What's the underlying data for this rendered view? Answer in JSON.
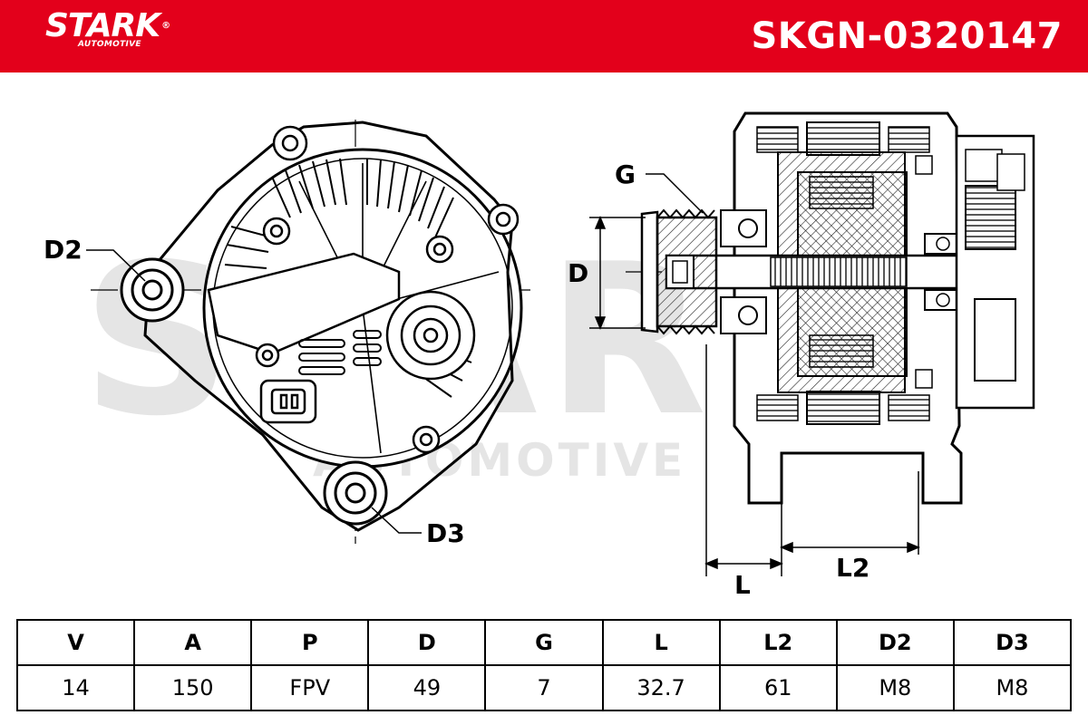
{
  "header": {
    "brand": "STARK",
    "brand_mark": "®",
    "brand_sub": "AUTOMOTIVE",
    "part_number": "SKGN-0320147",
    "bg_color": "#e3001b"
  },
  "watermark": {
    "main": "STARK",
    "sub": "AUTOMOTIVE"
  },
  "diagram": {
    "labels": {
      "d2": "D2",
      "d3": "D3",
      "g": "G",
      "d": "D",
      "l": "L",
      "l2": "L2"
    }
  },
  "specs": {
    "headers": [
      "V",
      "A",
      "P",
      "D",
      "G",
      "L",
      "L2",
      "D2",
      "D3"
    ],
    "values": [
      "14",
      "150",
      "FPV",
      "49",
      "7",
      "32.7",
      "61",
      "M8",
      "M8"
    ]
  }
}
